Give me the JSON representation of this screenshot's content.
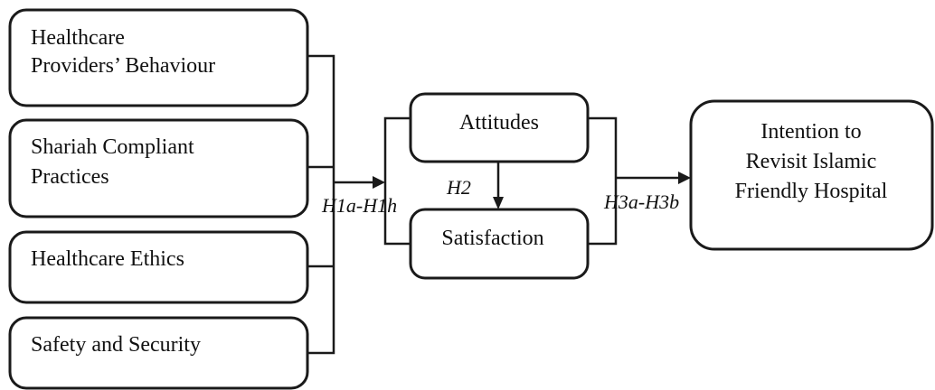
{
  "inputs": {
    "behaviour": [
      "Healthcare",
      "Providers’ Behaviour"
    ],
    "shariah": [
      "Shariah Compliant",
      "Practices"
    ],
    "ethics": [
      "Healthcare Ethics"
    ],
    "safety": [
      "Safety and Security"
    ]
  },
  "mediators": {
    "attitudes": "Attitudes",
    "satisfaction": "Satisfaction"
  },
  "outcome": [
    "Intention to",
    "Revisit Islamic",
    "Friendly Hospital"
  ],
  "hypotheses": {
    "h1": "H1a-H1h",
    "h2": "H2",
    "h3": "H3a-H3b"
  }
}
